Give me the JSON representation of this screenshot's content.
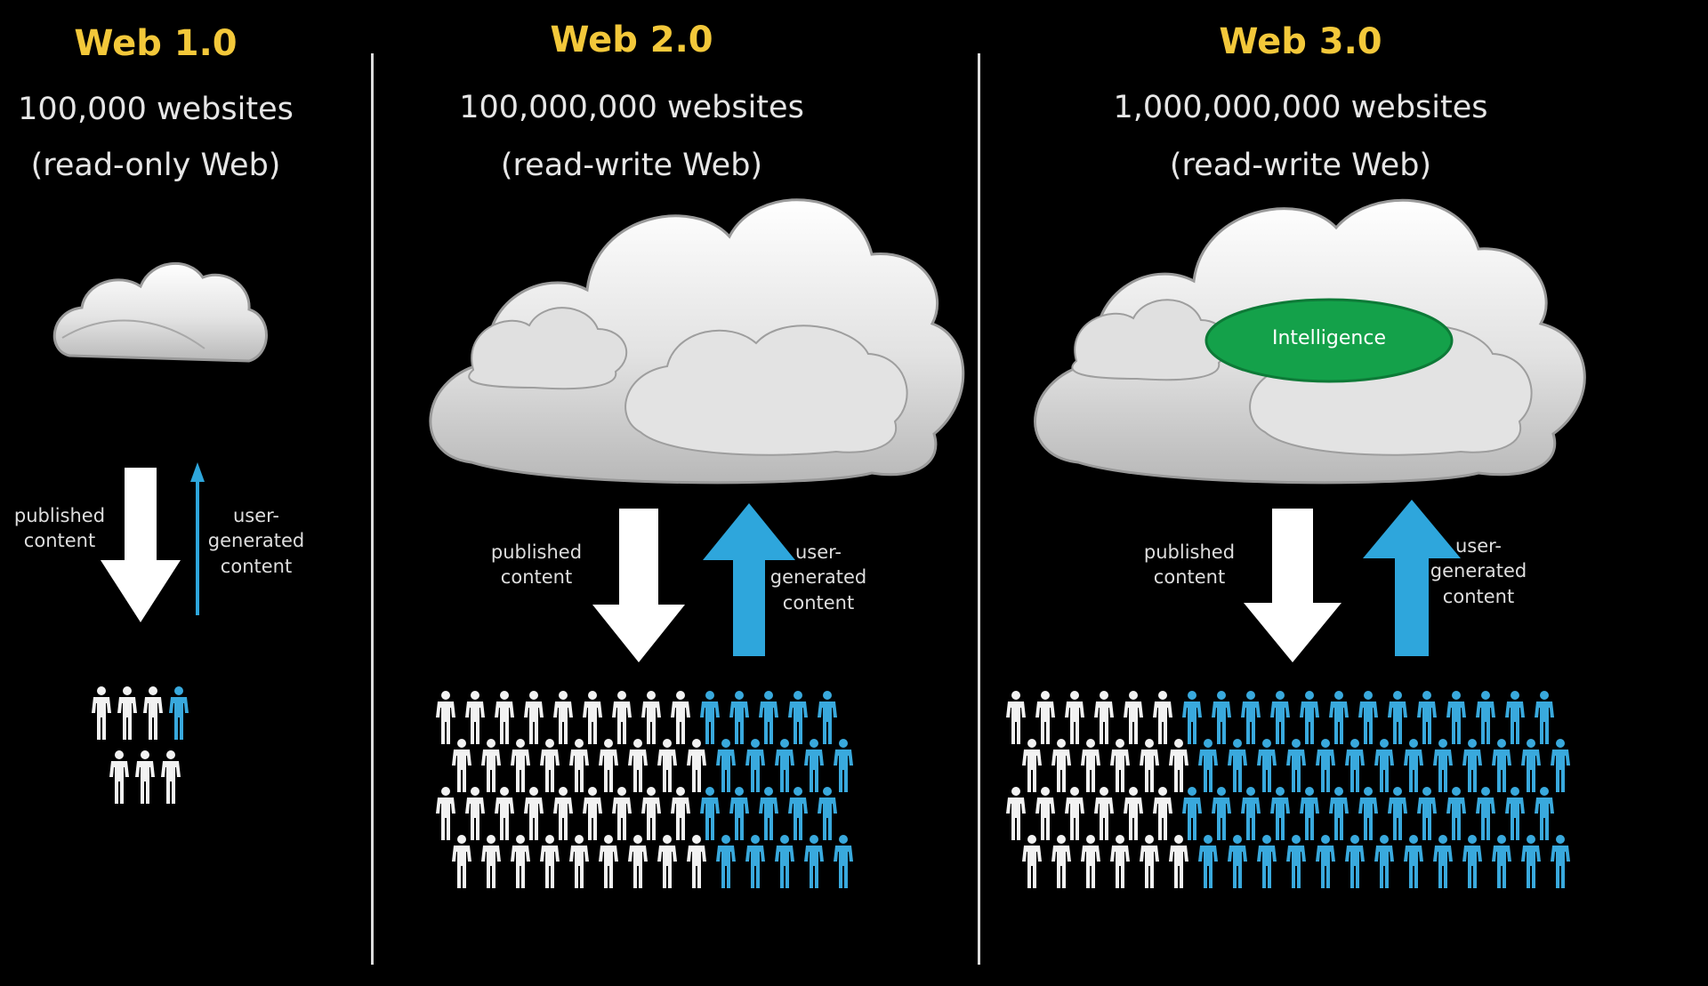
{
  "colors": {
    "background": "#000000",
    "heading": "#f3c83a",
    "text": "#e6e6e6",
    "published_arrow": "#ffffff",
    "user_arrow": "#2ea6dc",
    "user_person": "#39a9dd",
    "published_person": "#f2f2f2",
    "intelligence": "#14a14a"
  },
  "panels": [
    {
      "title": "Web 1.0",
      "websites": "100,000 websites",
      "mode": "(read-only Web)",
      "published_label": "published\ncontent",
      "user_label": "user-\ngenerated\ncontent",
      "people_rows": [
        {
          "white": 3,
          "blue": 1
        },
        {
          "white": 3,
          "blue": 0
        }
      ]
    },
    {
      "title": "Web 2.0",
      "websites": "100,000,000 websites",
      "mode": "(read-write Web)",
      "published_label": "published\ncontent",
      "user_label": "user-\ngenerated\ncontent",
      "people_rows": [
        {
          "white": 9,
          "blue": 5
        },
        {
          "white": 9,
          "blue": 5
        },
        {
          "white": 9,
          "blue": 5
        },
        {
          "white": 9,
          "blue": 5
        }
      ]
    },
    {
      "title": "Web 3.0",
      "websites": "1,000,000,000 websites",
      "mode": "(read-write Web)",
      "intelligence_label": "Intelligence",
      "published_label": "published\ncontent",
      "user_label": "user-\ngenerated\ncontent",
      "people_rows": [
        {
          "white": 6,
          "blue": 13
        },
        {
          "white": 6,
          "blue": 13
        },
        {
          "white": 6,
          "blue": 13
        },
        {
          "white": 6,
          "blue": 13
        }
      ]
    }
  ]
}
